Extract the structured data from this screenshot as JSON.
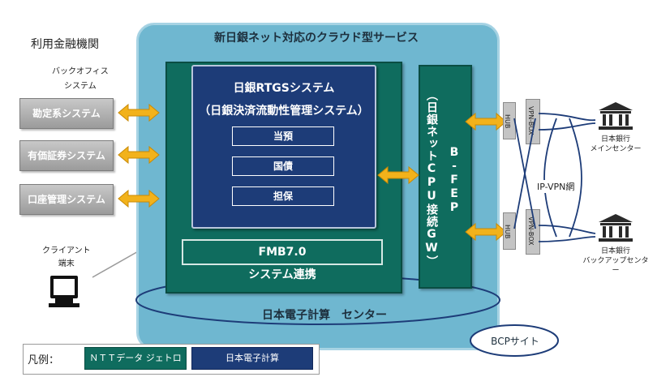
{
  "left_header": "利用金融機関",
  "backoffice_label": [
    "バックオフィス",
    "システム"
  ],
  "systems": [
    "勘定系システム",
    "有価証券システム",
    "口座管理システム"
  ],
  "client_label": [
    "クライアント",
    "端末"
  ],
  "cloud_title": "新日銀ネット対応のクラウド型サービス",
  "rtgs": {
    "title": "日銀RTGSシステム",
    "subtitle": "（日銀決済流動性管理システム）",
    "items": [
      "当預",
      "国債",
      "担保"
    ]
  },
  "fmb": "FMB7.0",
  "renkei": "システム連携",
  "fep": {
    "left": "（日銀ネットCPU接続GW）",
    "right": "B-FEP"
  },
  "hub": "HUB",
  "vpn_box": "VPN-BOX",
  "ipvpn": "IP-VPN網",
  "banks": [
    {
      "lines": [
        "日本銀行",
        "メインセンター"
      ]
    },
    {
      "lines": [
        "日本銀行",
        "バックアップセンター"
      ]
    }
  ],
  "data_center": "日本電子計算　センター",
  "bcp": "BCPサイト",
  "legend": {
    "label": "凡例：",
    "ntt": "ＮＴＴデータ ジェトロニクス",
    "jip": "日本電子計算"
  },
  "colors": {
    "cloud": "#6fb7d0",
    "ntt_green": "#0f6c5e",
    "jip_navy": "#1d3c78",
    "arrow": "#f2b21b"
  }
}
